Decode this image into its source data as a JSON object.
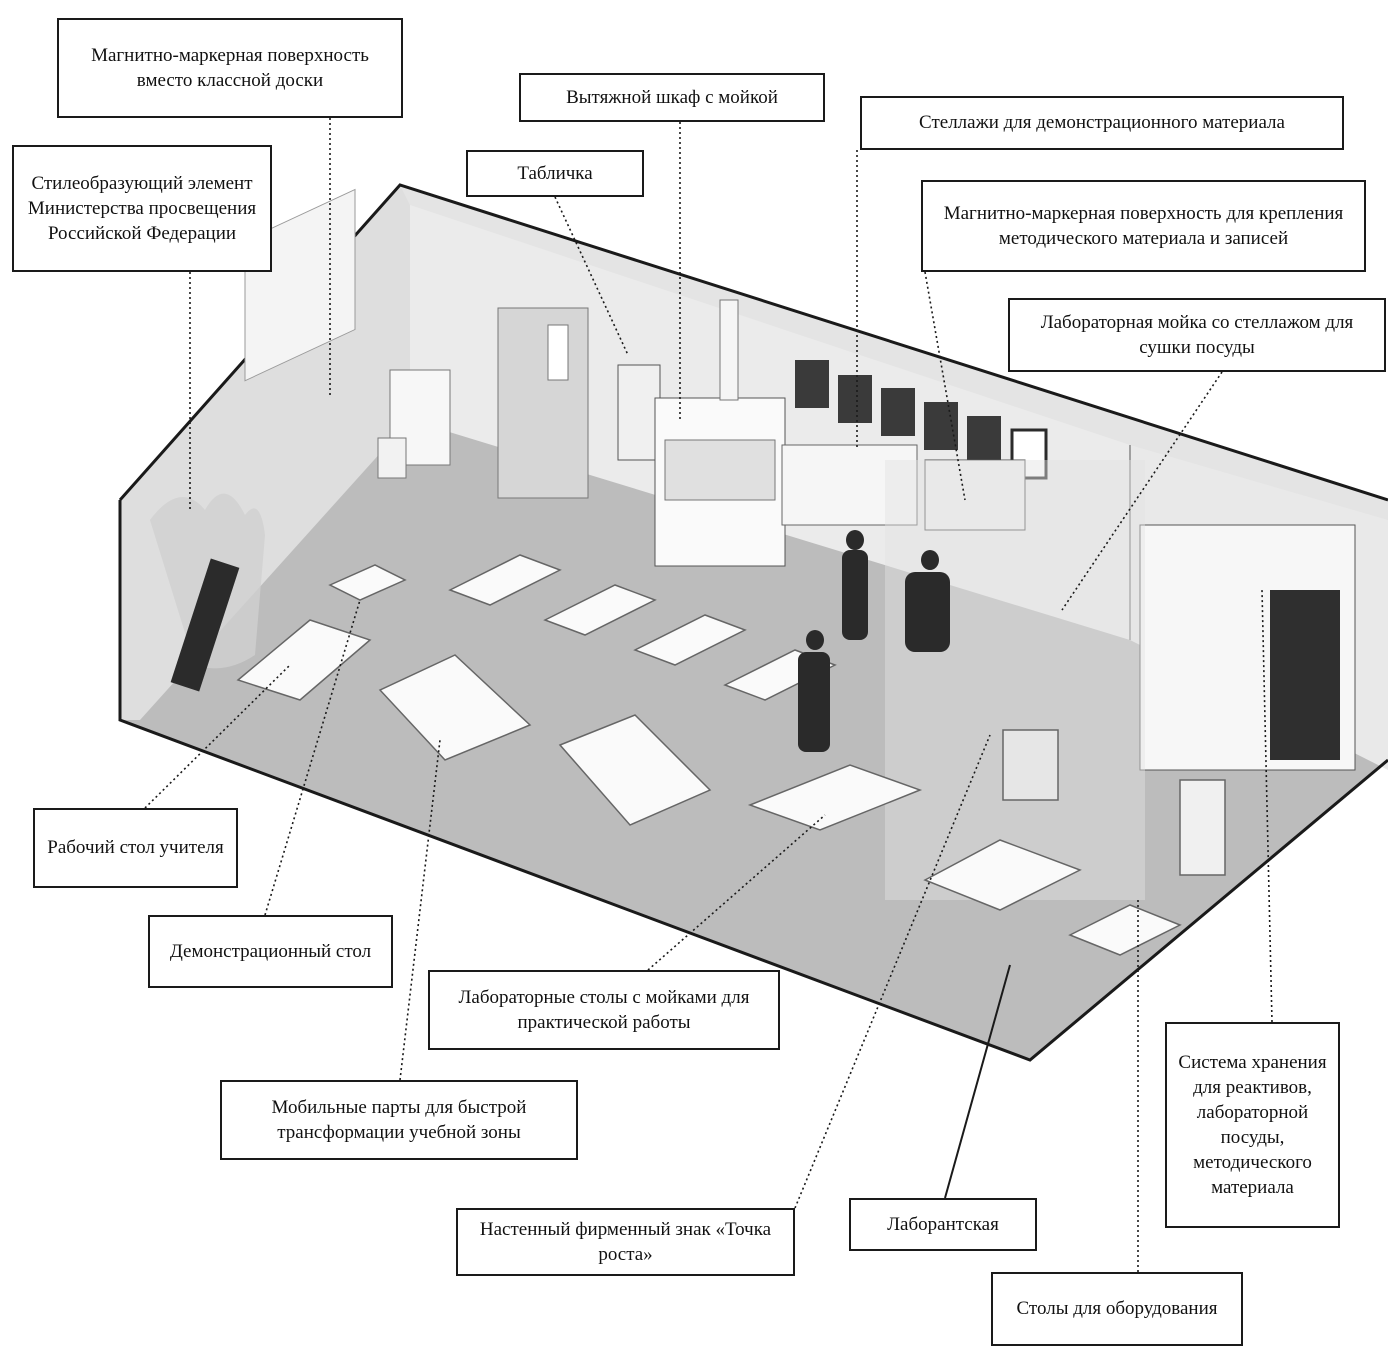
{
  "colors": {
    "wall": "#e6e6e6",
    "floor": "#bdbdbd",
    "outline": "#1a1a1a",
    "furniture": "#fafafa",
    "dark": "#2b2b2b"
  },
  "callouts": {
    "magnet_board": "Магнитно-маркерная поверхность вместо классной доски",
    "style_element": "Стилеобразующий элемент Министерства просвещения Российской Федерации",
    "fume_hood": "Вытяжной шкаф с мойкой",
    "plate": "Табличка",
    "shelves": "Стеллажи для демонстрационного материала",
    "magnet_board_records": "Магнитно-маркерная поверхность для крепления методического материала и записей",
    "lab_sink": "Лабораторная мойка со стеллажом для сушки посуды",
    "teacher_desk": "Рабочий стол учителя",
    "demo_table": "Демонстрационный стол",
    "lab_tables": "Лабораторные столы с мойками для практической работы",
    "mobile_desks": "Мобильные парты для быстрой трансформации учебной зоны",
    "wall_sign": "Настенный фирменный знак «Точка роста»",
    "lab_room": "Лаборантская",
    "storage": "Система хранения для реактивов, лабораторной посуды, методического материала",
    "equipment_tables": "Столы для оборудования"
  }
}
